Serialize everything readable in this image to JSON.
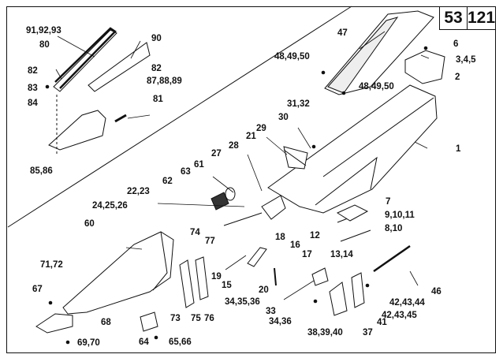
{
  "page": {
    "section": "53",
    "page_number": "121"
  },
  "callouts": [
    "91,92,93",
    "80",
    "90",
    "82",
    "87,88,89",
    "82",
    "83",
    "84",
    "81",
    "85,86",
    "47",
    "6",
    "3,4,5",
    "48,49,50",
    "2",
    "48,49,50",
    "31,32",
    "1",
    "30",
    "29",
    "28",
    "21",
    "27",
    "61",
    "63",
    "62",
    "22,23",
    "24,25,26",
    "7",
    "9,10,11",
    "8,10",
    "60",
    "74",
    "77",
    "18",
    "16",
    "17",
    "12",
    "13,14",
    "71,72",
    "19",
    "15",
    "20",
    "46",
    "67",
    "68",
    "33",
    "34,35,36",
    "42,43,44",
    "73",
    "75",
    "76",
    "34,36",
    "41",
    "42,43,45",
    "64",
    "65,66",
    "38,39,40",
    "37",
    "69,70"
  ]
}
